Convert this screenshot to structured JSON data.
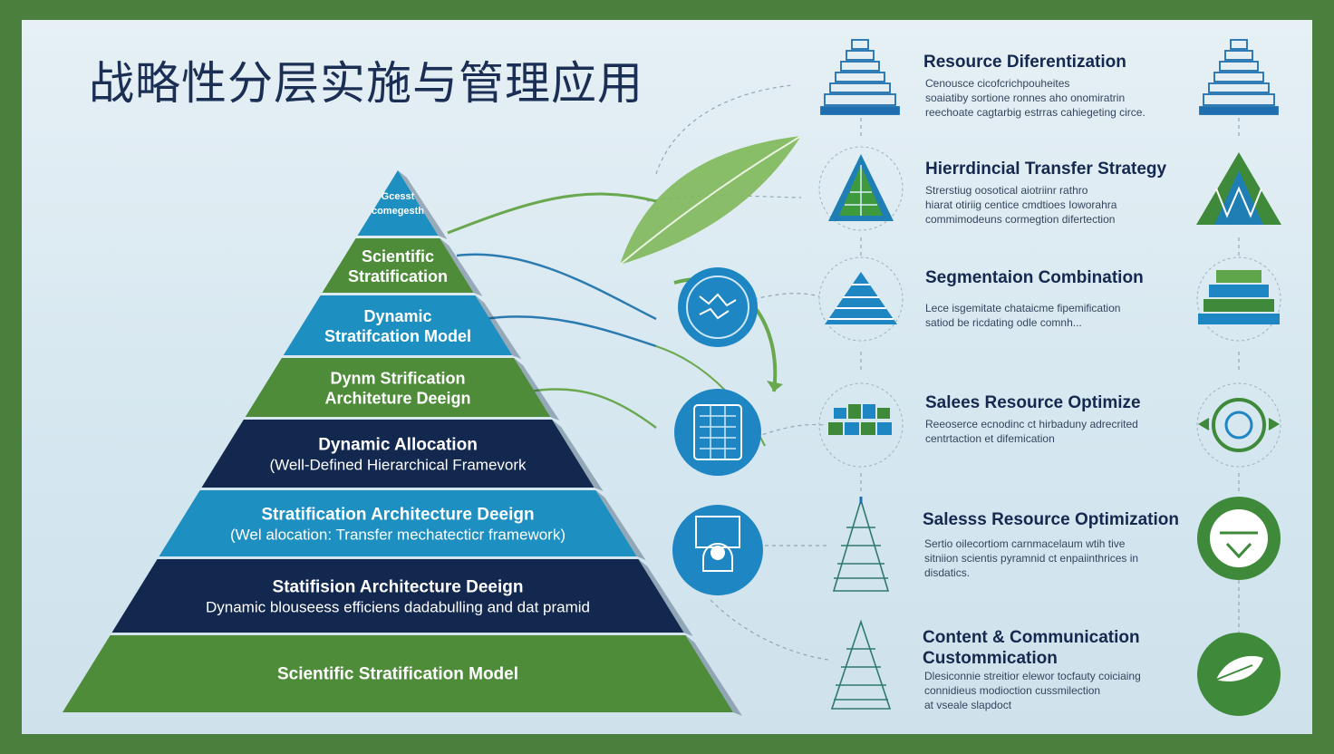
{
  "title": "战略性分层实施与管理应用",
  "pyramid": {
    "tiers": [
      {
        "line1": "Gcesst",
        "line2": "comegesth"
      },
      {
        "line1": "Scientific",
        "line2": "Stratification"
      },
      {
        "line1": "Dynamic",
        "line2": "Stratifcation Model"
      },
      {
        "line1": "Dynm Strification",
        "line2": "Architeture Deeign"
      },
      {
        "line1": "Dynamic Allocation",
        "line2": "(Well-Defined Hierarchical Framevork"
      },
      {
        "line1": "Stratification Architecture Deeign",
        "line2": "(Wel alocation: Transfer mechatecticr framework)"
      },
      {
        "line1": "Statifision Architecture Deeign",
        "line2": "Dynamic blouseess efficiens dadabulling and dat pramid"
      },
      {
        "line1": "Scientific Stratification Model",
        "line2": ""
      }
    ]
  },
  "rows": [
    {
      "title": "Resource Diferentization",
      "desc": "Cenousce cicofcrichpouheites\nsoaiatiby sortione ronnes aho onomiratrin\nreechoate cagtarbig estrras cahiegeting circe."
    },
    {
      "title": "Hierrdincial Transfer Strategy",
      "desc": "Strerstiug oosotical aiotriinr rathro\nhiarat otiriig centice cmdtioes Ioworahra\ncommimodeuns cormegtion difertection"
    },
    {
      "title": "Segmentaion Combination",
      "desc": "Lece isgemitate chataicme fipemification\nsatiod be ricdating odle comnh..."
    },
    {
      "title": "Salees Resource Optimize",
      "desc": "Reeoserce ecnodinc ct hirbaduny adrecrited\ncentrtaction et difemication"
    },
    {
      "title": "Salesss Resource Optimization",
      "desc": "Sertio oilecortiom carnmacelaum wtih tive\nsitniion scientis pyramnid ct enpaiinthrices in\ndisdatics."
    },
    {
      "title": "Content & Communication\nCustommication",
      "desc": "Dlesiconnie streitior elewor tocfauty coiciaing\nconnidieus modioction cussmilection\nat vseale slapdoct"
    }
  ],
  "colors": {
    "border": "#4b7f3e",
    "green": "#4e8c3a",
    "blue": "#1d8fc0",
    "navy": "#13284f",
    "title": "#1b2f55",
    "icon_blue": "#1f86c4",
    "icon_green": "#3f8a3a"
  },
  "icons": [
    "stepped-pyramid-icon",
    "triangle-tree-icon",
    "circle-network-icon",
    "circle-globe-icon",
    "grid-blocks-icon",
    "recycle-arrows-icon"
  ]
}
